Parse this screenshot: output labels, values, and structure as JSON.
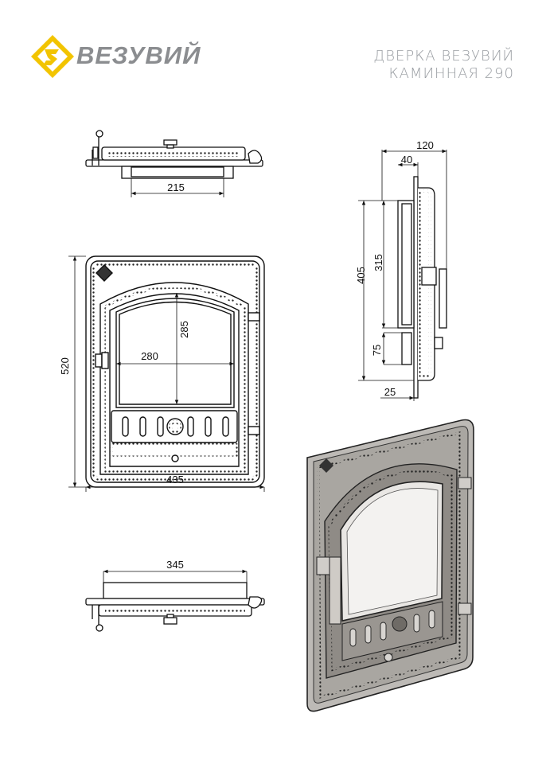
{
  "brand": {
    "name": "ВЕЗУВИЙ",
    "accent_color": "#f2c400",
    "text_color": "#8b8d90"
  },
  "title": {
    "line1": "ДВЕРКА ВЕЗУВИЙ",
    "line2": "КАМИННАЯ 290"
  },
  "dimensions": {
    "top_view_width": "215",
    "front_glass_height": "285",
    "front_glass_width": "280",
    "front_total_height": "520",
    "front_total_width": "435",
    "bottom_view_width": "345",
    "side_depth_total": "120",
    "side_depth_inner": "40",
    "side_height_total": "405",
    "side_height_glass": "315",
    "side_height_lower": "75",
    "side_frame_thickness": "25"
  }
}
